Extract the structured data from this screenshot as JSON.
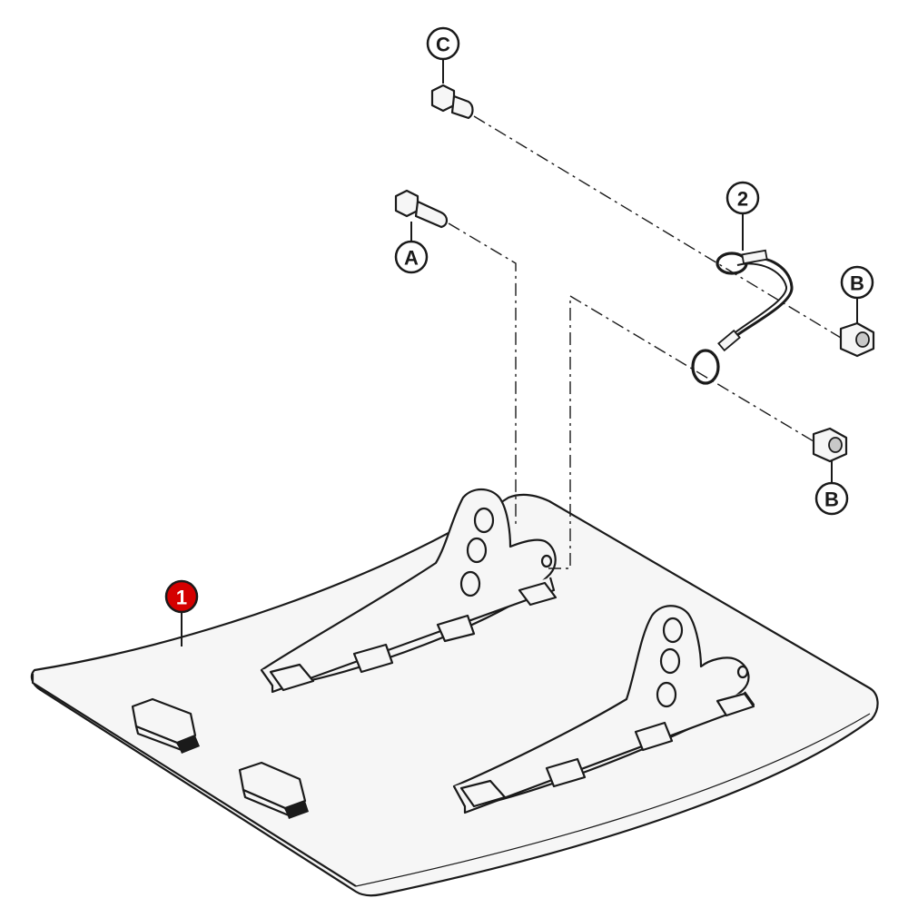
{
  "callouts": {
    "c": "C",
    "a": "A",
    "two": "2",
    "b_upper": "B",
    "b_lower": "B",
    "one": "1"
  },
  "colors": {
    "highlight_callout": "#d40000",
    "line": "#1a1a1a",
    "part_fill": "#f6f6f6"
  }
}
